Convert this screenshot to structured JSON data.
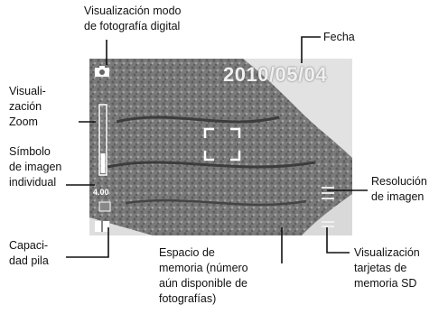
{
  "labels": {
    "photo_mode": "Visualización modo\nde fotografía digital",
    "date": "Fecha",
    "zoom": "Visuali-\nzación\nZoom",
    "single_image": "Símbolo\nde imagen\nindividual",
    "resolution": "Resolución\nde imagen",
    "battery": "Capaci-\ndad pila",
    "memory": "Espacio de\nmemoria (número\naún disponible de\nfotografías)",
    "sd_card": "Visualización\ntarjetas de\nmemoria SD"
  },
  "screen": {
    "date_value": "2010/05/04",
    "zoom_value": "4.00"
  },
  "icons": [
    "camera-icon",
    "zoom-bar-icon",
    "focus-frame-icon",
    "single-image-icon",
    "battery-icon",
    "resolution-icon",
    "sd-card-icon"
  ],
  "colors": {
    "background": "#ffffff",
    "text": "#111111",
    "screen": "#8c8c8c"
  }
}
